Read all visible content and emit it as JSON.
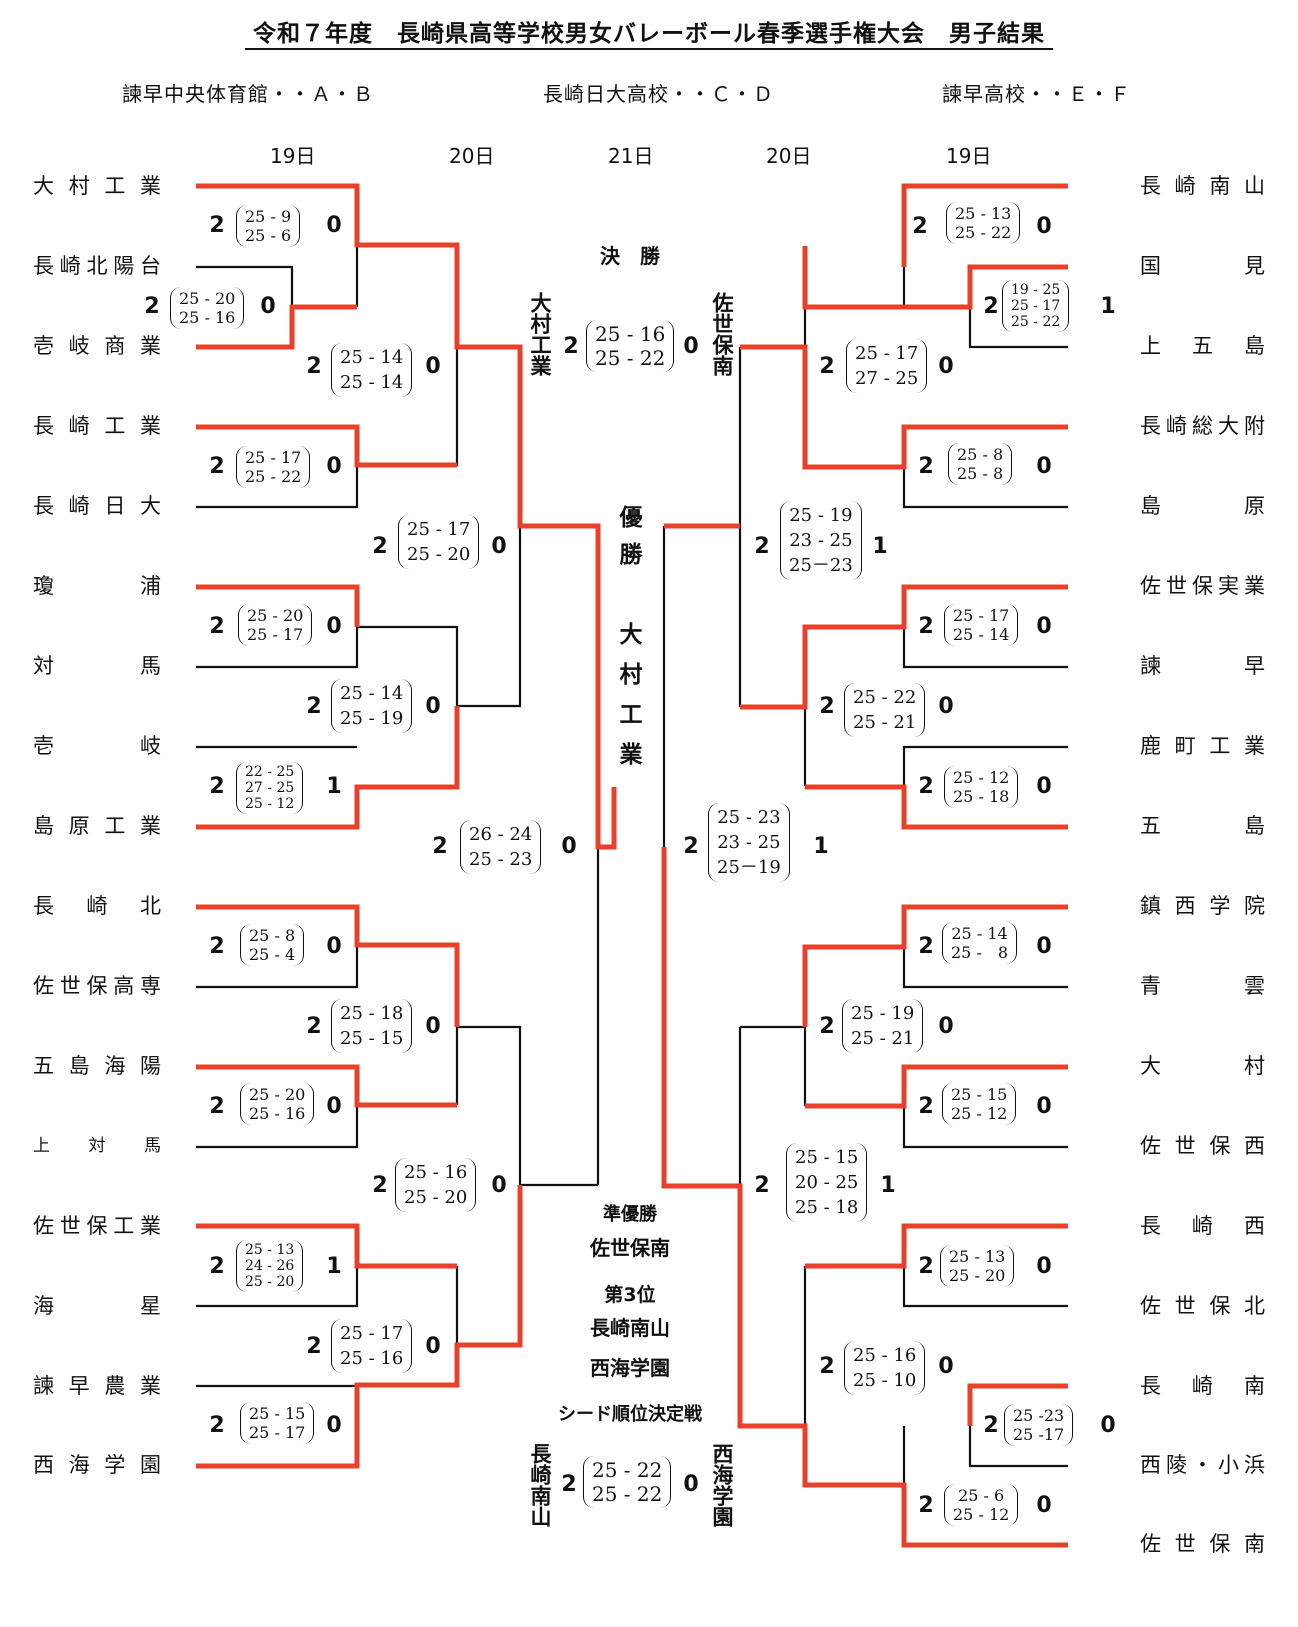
{
  "title": "令和７年度　長崎県高等学校男女バレーボール春季選手権大会　男子結果",
  "venues": {
    "ab": "諫早中央体育館・・Ａ・Ｂ",
    "cd": "長崎日大高校・・Ｃ・Ｄ",
    "ef": "諫早高校・・Ｅ・Ｆ"
  },
  "days": [
    "19日",
    "20日",
    "21日",
    "20日",
    "19日"
  ],
  "left_teams": [
    "大村工業",
    "長崎北陽台",
    "壱岐商業",
    "長崎工業",
    "長崎日大",
    "瓊浦",
    "対馬",
    "壱岐",
    "島原工業",
    "長崎北",
    "佐世保高専",
    "五島海陽",
    "上対馬",
    "佐世保工業",
    "海星",
    "諫早農業",
    "西海学園"
  ],
  "right_teams": [
    "長崎南山",
    "国見",
    "上五島",
    "長崎総大附",
    "島原",
    "佐世保実業",
    "諫早",
    "鹿町工業",
    "五島",
    "鎮西学院",
    "青雲",
    "大村",
    "佐世保西",
    "長崎西",
    "佐世保北",
    "長崎南",
    "西陵・小浜",
    "佐世保南"
  ],
  "scores": {
    "L1": {
      "w": "2",
      "l": "0",
      "sets": [
        "25 - 9",
        "25 - 6"
      ]
    },
    "L2": {
      "w": "2",
      "l": "0",
      "sets": [
        "25 - 20",
        "25 - 16"
      ]
    },
    "L3": {
      "w": "2",
      "l": "0",
      "sets": [
        "25 - 14",
        "25 - 14"
      ]
    },
    "L4": {
      "w": "2",
      "l": "0",
      "sets": [
        "25 - 17",
        "25 - 22"
      ]
    },
    "L5": {
      "w": "2",
      "l": "0",
      "sets": [
        "25 - 17",
        "25 - 20"
      ]
    },
    "L6": {
      "w": "2",
      "l": "0",
      "sets": [
        "25 - 20",
        "25 - 17"
      ]
    },
    "L7": {
      "w": "2",
      "l": "0",
      "sets": [
        "25 - 14",
        "25 - 19"
      ]
    },
    "L8": {
      "w": "2",
      "l": "1",
      "sets": [
        "22 - 25",
        "27 - 25",
        "25 - 12"
      ]
    },
    "L9": {
      "w": "2",
      "l": "0",
      "sets": [
        "26 - 24",
        "25 - 23"
      ]
    },
    "L10": {
      "w": "2",
      "l": "0",
      "sets": [
        "25 - 8",
        "25 - 4"
      ]
    },
    "L11": {
      "w": "2",
      "l": "0",
      "sets": [
        "25 - 18",
        "25 - 15"
      ]
    },
    "L12": {
      "w": "2",
      "l": "0",
      "sets": [
        "25 - 20",
        "25 - 16"
      ]
    },
    "L13": {
      "w": "2",
      "l": "0",
      "sets": [
        "25 - 16",
        "25 - 20"
      ]
    },
    "L14": {
      "w": "2",
      "l": "1",
      "sets": [
        "25 - 13",
        "24 - 26",
        "25 - 20"
      ]
    },
    "L15": {
      "w": "2",
      "l": "0",
      "sets": [
        "25 - 17",
        "25 - 16"
      ]
    },
    "L16": {
      "w": "2",
      "l": "0",
      "sets": [
        "25 - 15",
        "25 - 17"
      ]
    },
    "R1": {
      "w": "2",
      "l": "0",
      "sets": [
        "25 - 13",
        "25 - 22"
      ]
    },
    "R2": {
      "w": "2",
      "l": "1",
      "sets": [
        "19 - 25",
        "25 - 17",
        "25 - 22"
      ]
    },
    "R3": {
      "w": "2",
      "l": "0",
      "sets": [
        "25 - 17",
        "27 - 25"
      ]
    },
    "R4": {
      "w": "2",
      "l": "0",
      "sets": [
        "25 - 8",
        "25 - 8"
      ]
    },
    "R5": {
      "w": "2",
      "l": "1",
      "sets": [
        "25 - 19",
        "23 - 25",
        "25－23"
      ]
    },
    "R6": {
      "w": "2",
      "l": "0",
      "sets": [
        "25 - 17",
        "25 - 14"
      ]
    },
    "R7": {
      "w": "2",
      "l": "0",
      "sets": [
        "25 - 22",
        "25 - 21"
      ]
    },
    "R8": {
      "w": "2",
      "l": "0",
      "sets": [
        "25 - 12",
        "25 - 18"
      ]
    },
    "R9": {
      "w": "2",
      "l": "1",
      "sets": [
        "25 - 23",
        "23 - 25",
        "25－19"
      ]
    },
    "R10": {
      "w": "2",
      "l": "0",
      "sets": [
        "25 - 14",
        "25 -　8"
      ]
    },
    "R11": {
      "w": "2",
      "l": "0",
      "sets": [
        "25 - 19",
        "25 - 21"
      ]
    },
    "R12": {
      "w": "2",
      "l": "0",
      "sets": [
        "25 - 15",
        "25 - 12"
      ]
    },
    "R13": {
      "w": "2",
      "l": "1",
      "sets": [
        "25 - 15",
        "20 - 25",
        "25 - 18"
      ]
    },
    "R14": {
      "w": "2",
      "l": "0",
      "sets": [
        "25 - 13",
        "25 - 20"
      ]
    },
    "R15": {
      "w": "2",
      "l": "0",
      "sets": [
        "25 - 16",
        "25 - 10"
      ]
    },
    "R16": {
      "w": "2",
      "l": "0",
      "sets": [
        "25 -23",
        "25 -17"
      ]
    },
    "R17": {
      "w": "2",
      "l": "0",
      "sets": [
        "25 - 6",
        "25 - 12"
      ]
    },
    "F": {
      "w": "2",
      "l": "0",
      "sets": [
        "25 - 16",
        "25 - 22"
      ]
    },
    "S": {
      "w": "2",
      "l": "0",
      "sets": [
        "25 - 22",
        "25 - 22"
      ]
    }
  },
  "final_label": "決　勝",
  "finalist_left": "大村工業",
  "finalist_right": "佐世保南",
  "champion_label": "優勝",
  "champion": "大村工業",
  "runner_up_label": "準優勝",
  "runner_up": "佐世保南",
  "third_label": "第3位",
  "third_1": "長崎南山",
  "third_2": "西海学園",
  "seed_label": "シード順位決定戦",
  "seed_left": "長崎南山",
  "seed_right": "西海学園",
  "colors": {
    "win_line": "#e8402a",
    "line": "#111111"
  }
}
